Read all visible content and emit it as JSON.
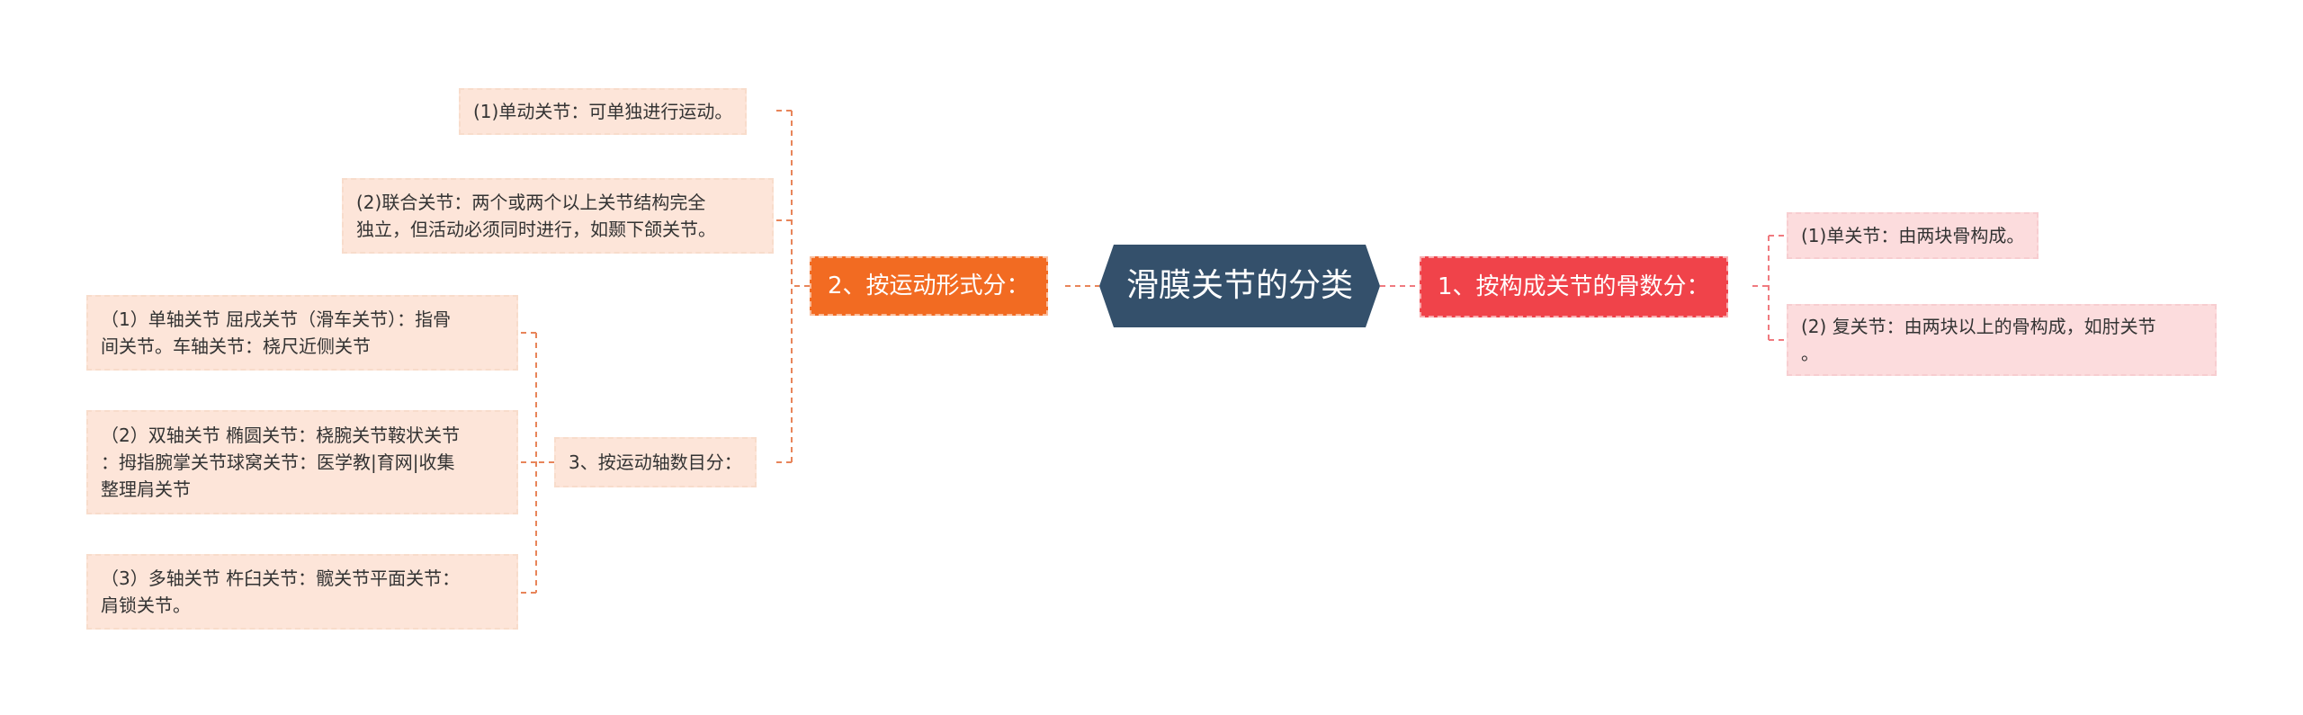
{
  "colors": {
    "center_bg": "#34506b",
    "left_branch": "#f26b22",
    "right_branch": "#f0434a",
    "left_leaf_bg": "#fde5d9",
    "right_leaf_bg": "#fcdcdd",
    "left_connector": "#e8855a",
    "right_connector": "#f07a7f"
  },
  "center": {
    "label": "滑膜关节的分类"
  },
  "right_branch": {
    "label": "1、按构成关节的骨数分：",
    "items": [
      "(1)单关节：由两块骨构成。",
      "(2) 复关节：由两块以上的骨构成，如肘关节\n。"
    ]
  },
  "left_branch": {
    "label": "2、按运动形式分：",
    "items": [
      "(1)单动关节：可单独进行运动。",
      "(2)联合关节：两个或两个以上关节结构完全\n独立，但活动必须同时进行，如颞下颌关节。"
    ],
    "sub_branch": {
      "label": "3、按运动轴数目分：",
      "items": [
        "（1）单轴关节 屈戌关节（滑车关节）：指骨\n间关节。车轴关节：桡尺近侧关节",
        "（2）双轴关节 椭圆关节：桡腕关节鞍状关节\n：拇指腕掌关节球窝关节：医学教|育网|收集\n整理肩关节",
        "（3）多轴关节 杵臼关节：髋关节平面关节：\n肩锁关节。"
      ]
    }
  }
}
